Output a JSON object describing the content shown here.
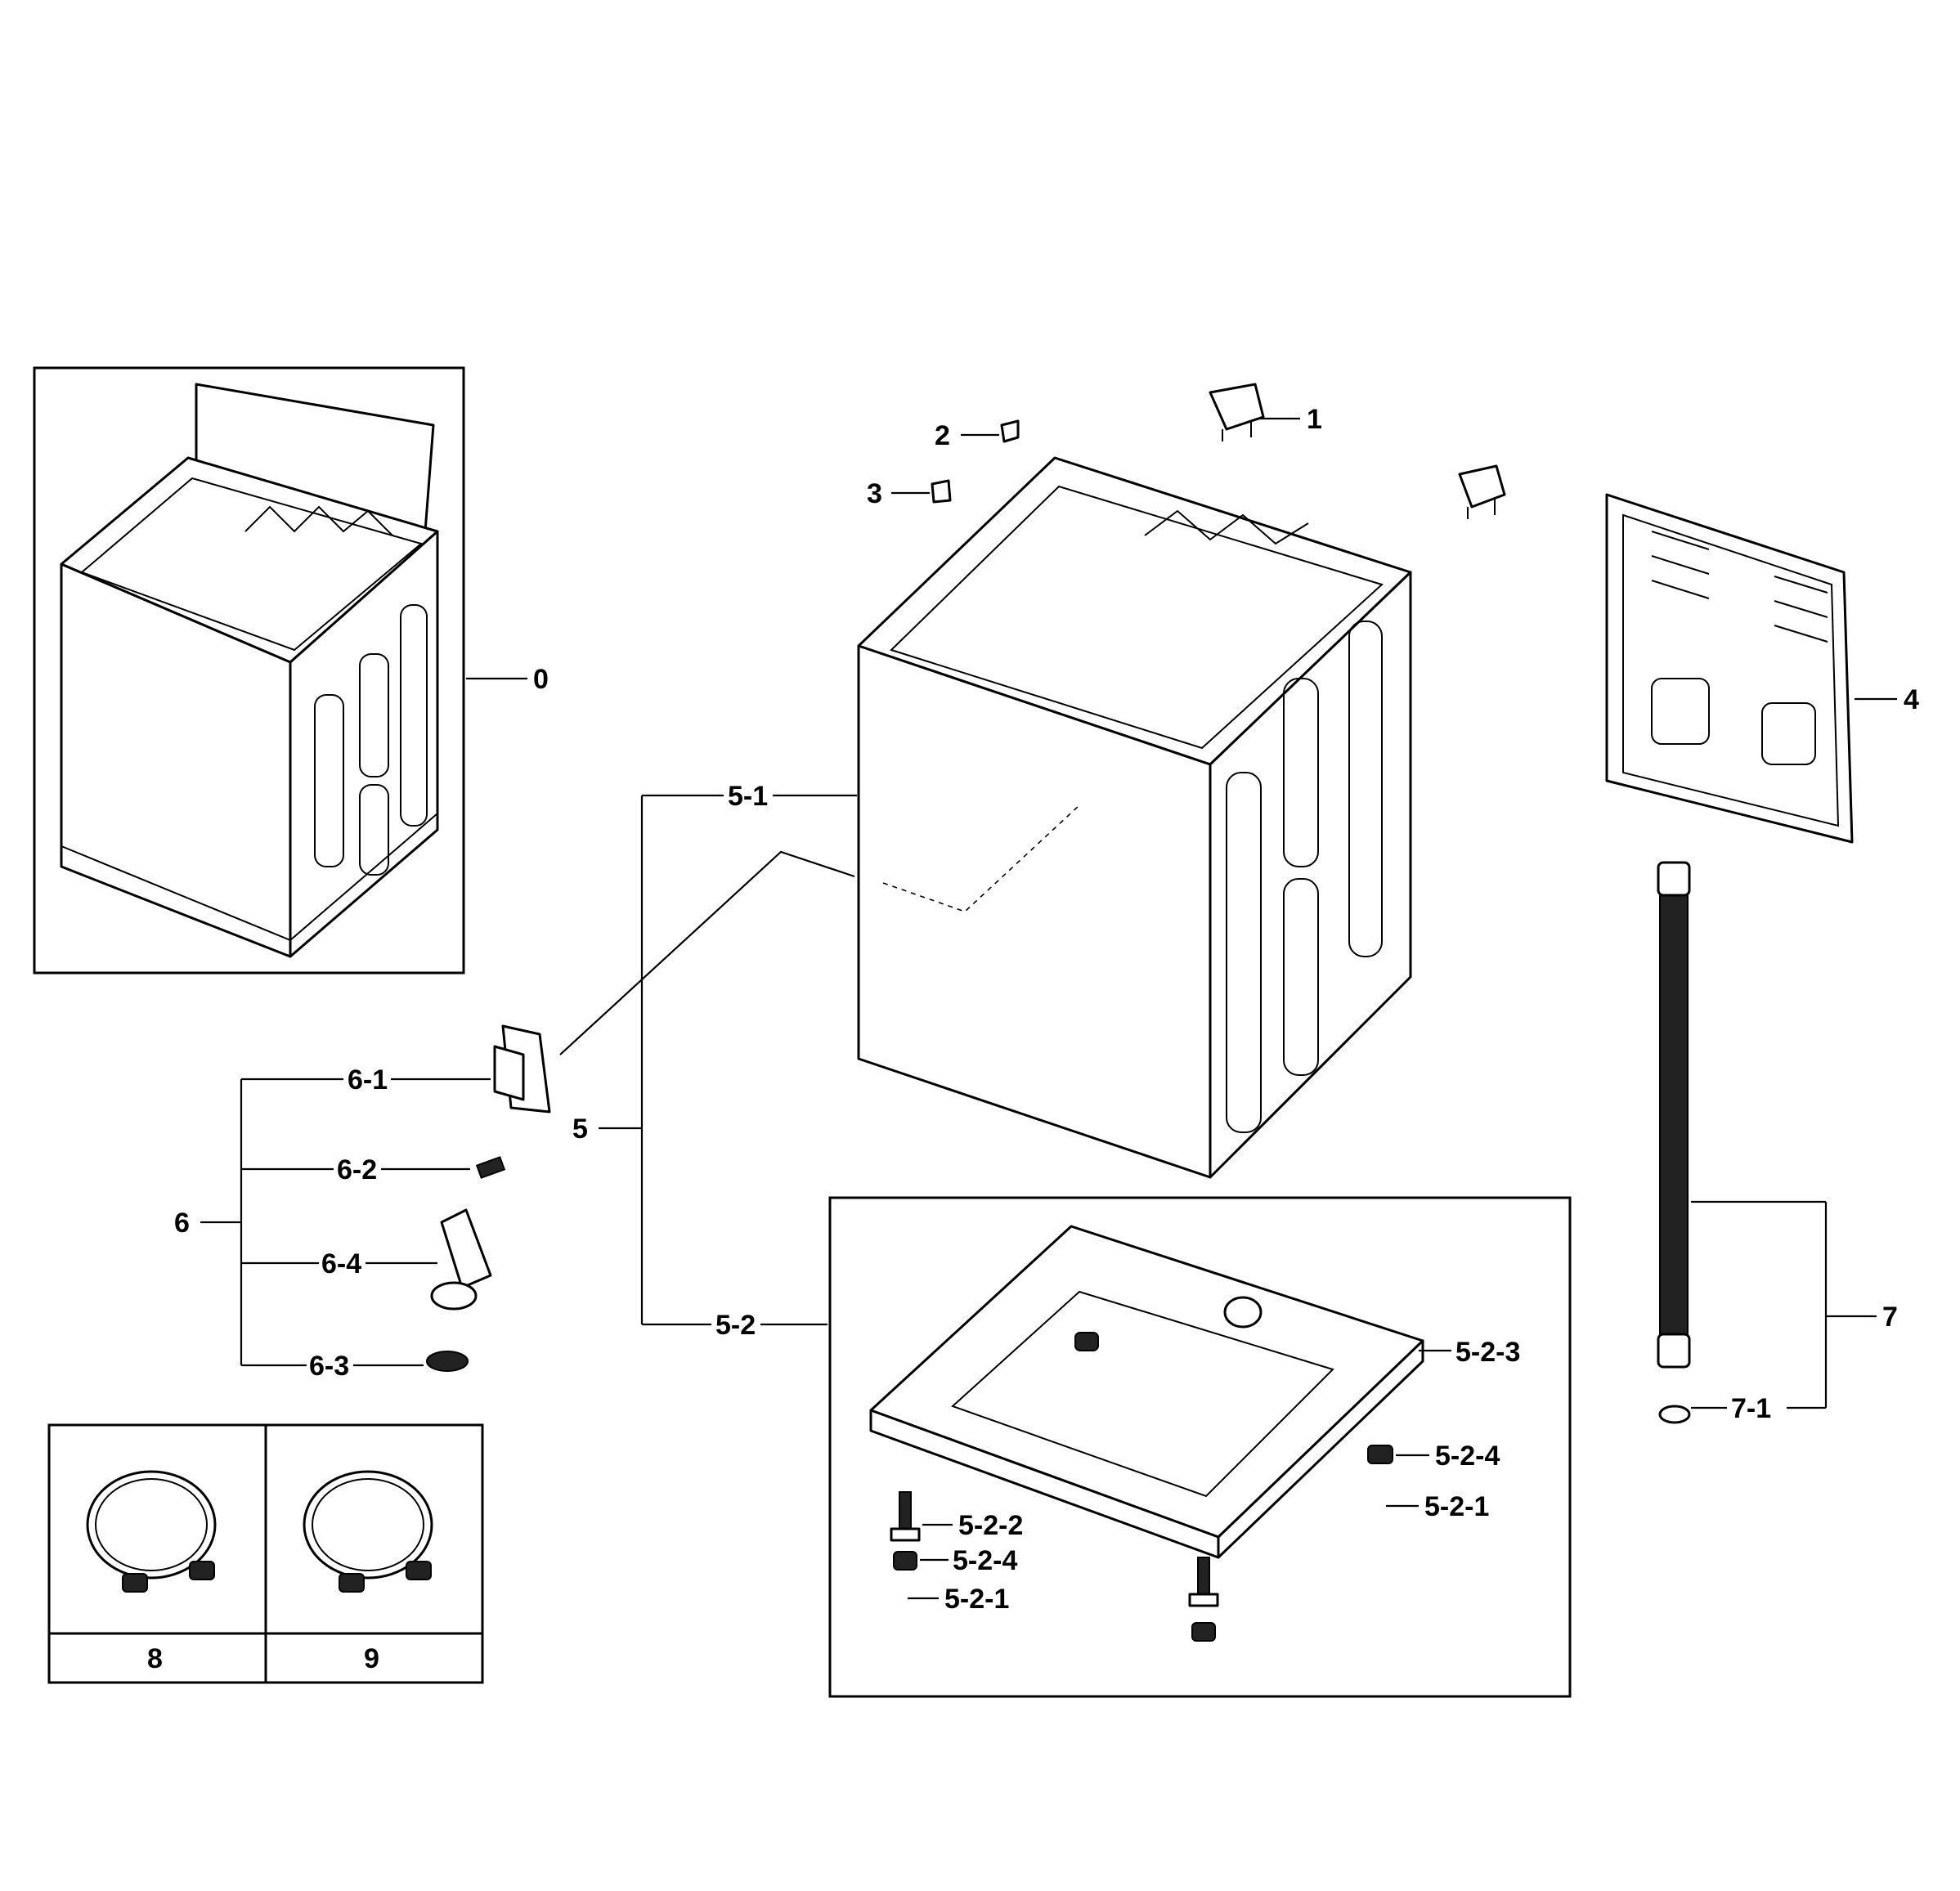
{
  "callouts": {
    "c0": "0",
    "c1": "1",
    "c2": "2",
    "c3": "3",
    "c4": "4",
    "c5": "5",
    "c5_1": "5-1",
    "c5_2": "5-2",
    "c5_2_1a": "5-2-1",
    "c5_2_1b": "5-2-1",
    "c5_2_2": "5-2-2",
    "c5_2_3": "5-2-3",
    "c5_2_4a": "5-2-4",
    "c5_2_4b": "5-2-4",
    "c6": "6",
    "c6_1": "6-1",
    "c6_2": "6-2",
    "c6_3": "6-3",
    "c6_4": "6-4",
    "c7": "7",
    "c7_1": "7-1",
    "c8": "8",
    "c9": "9"
  }
}
